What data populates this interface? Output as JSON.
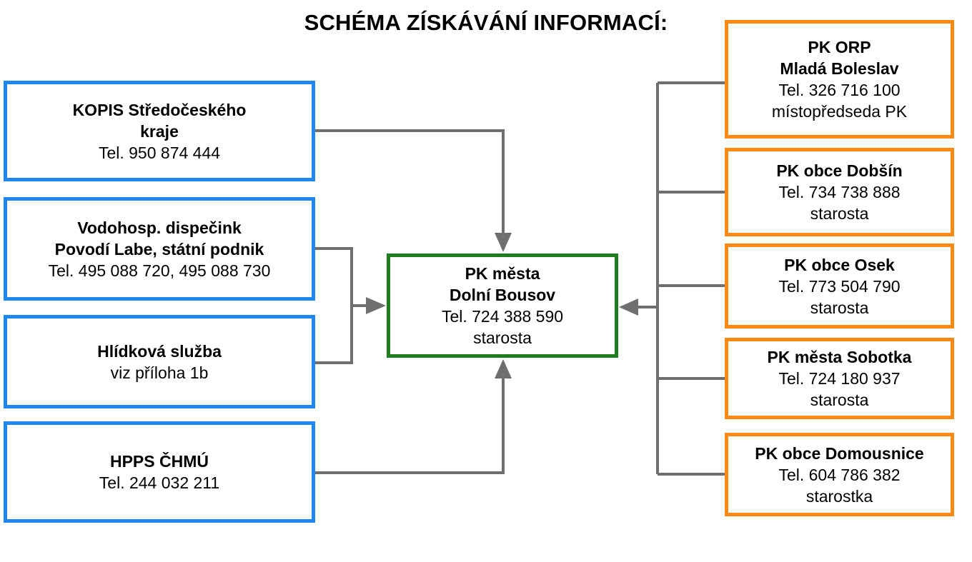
{
  "title": "SCHÉMA ZÍSKÁVÁNÍ INFORMACÍ:",
  "colors": {
    "source_border": "#1e88f0",
    "center_border": "#1e7d1e",
    "receiver_border": "#ff8a12",
    "connector": "#6f6f6f"
  },
  "sources": [
    {
      "name_lines": [
        "KOPIS Středočeského",
        "kraje"
      ],
      "detail_lines": [
        "Tel. 950 874 444"
      ]
    },
    {
      "name_lines": [
        "Vodohosp. dispečink",
        "Povodí Labe, státní podnik"
      ],
      "detail_lines": [
        "Tel. 495 088 720, 495 088 730"
      ]
    },
    {
      "name_lines": [
        "Hlídková služba"
      ],
      "detail_lines": [
        "viz příloha 1b"
      ]
    },
    {
      "name_lines": [
        "HPPS ČHMÚ"
      ],
      "detail_lines": [
        "Tel. 244 032 211"
      ]
    }
  ],
  "center": {
    "name_lines": [
      "PK města",
      "Dolní Bousov"
    ],
    "detail_lines": [
      "Tel. 724 388 590",
      "starosta"
    ]
  },
  "receivers": [
    {
      "name_lines": [
        "PK ORP",
        "Mladá Boleslav"
      ],
      "detail_lines": [
        "Tel. 326 716 100",
        "místopředseda PK"
      ]
    },
    {
      "name_lines": [
        "PK obce Dobšín"
      ],
      "detail_lines": [
        "Tel. 734 738 888",
        "starosta"
      ]
    },
    {
      "name_lines": [
        "PK obce Osek"
      ],
      "detail_lines": [
        "Tel. 773 504 790",
        "starosta"
      ]
    },
    {
      "name_lines": [
        "PK města Sobotka"
      ],
      "detail_lines": [
        "Tel. 724 180 937",
        "starosta"
      ]
    },
    {
      "name_lines": [
        "PK obce Domousnice"
      ],
      "detail_lines": [
        "Tel. 604 786 382",
        "starostka"
      ]
    }
  ]
}
